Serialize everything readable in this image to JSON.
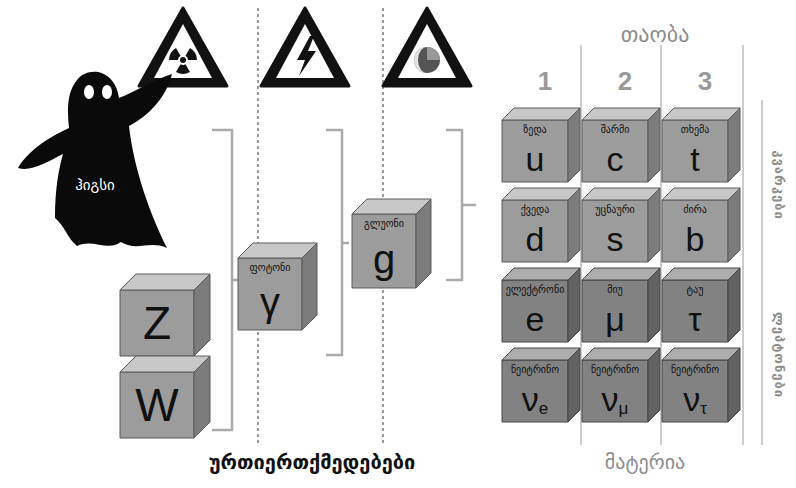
{
  "diagram": {
    "nodes": [
      {
        "text": [
          "ჰიგსი"
        ]
      },
      {
        "text": [
          "Z"
        ]
      },
      {
        "text": [
          "W"
        ]
      },
      {
        "text": [
          "ფოტონი",
          "γ"
        ]
      },
      {
        "text": [
          "გლუონი",
          "g"
        ]
      },
      {
        "text": [
          "ზედა",
          "u"
        ]
      },
      {
        "text": [
          "შარმი",
          "c"
        ]
      },
      {
        "text": [
          "თხემა",
          "t"
        ]
      },
      {
        "text": [
          "ქვედა",
          "d"
        ]
      },
      {
        "text": [
          "უცნაური",
          "s"
        ]
      },
      {
        "text": [
          "ძირა",
          "b"
        ]
      },
      {
        "text": [
          "ელექტრონი",
          "e"
        ]
      },
      {
        "text": [
          "მიუ",
          "μ"
        ]
      },
      {
        "text": [
          "ტაუ",
          "τ"
        ]
      },
      {
        "text": [
          "ნეიტრინო",
          "ν",
          "e"
        ]
      },
      {
        "text": [
          "ნეიტრინო",
          "ν",
          "μ"
        ]
      },
      {
        "text": [
          "ნეიტრინო",
          "ν",
          "τ"
        ]
      }
    ],
    "labels": [
      "თაობა",
      "1",
      "2",
      "3",
      "კვარკები",
      "ლეპტონები",
      "ურთიერთქმედებები",
      "მატერია"
    ]
  }
}
